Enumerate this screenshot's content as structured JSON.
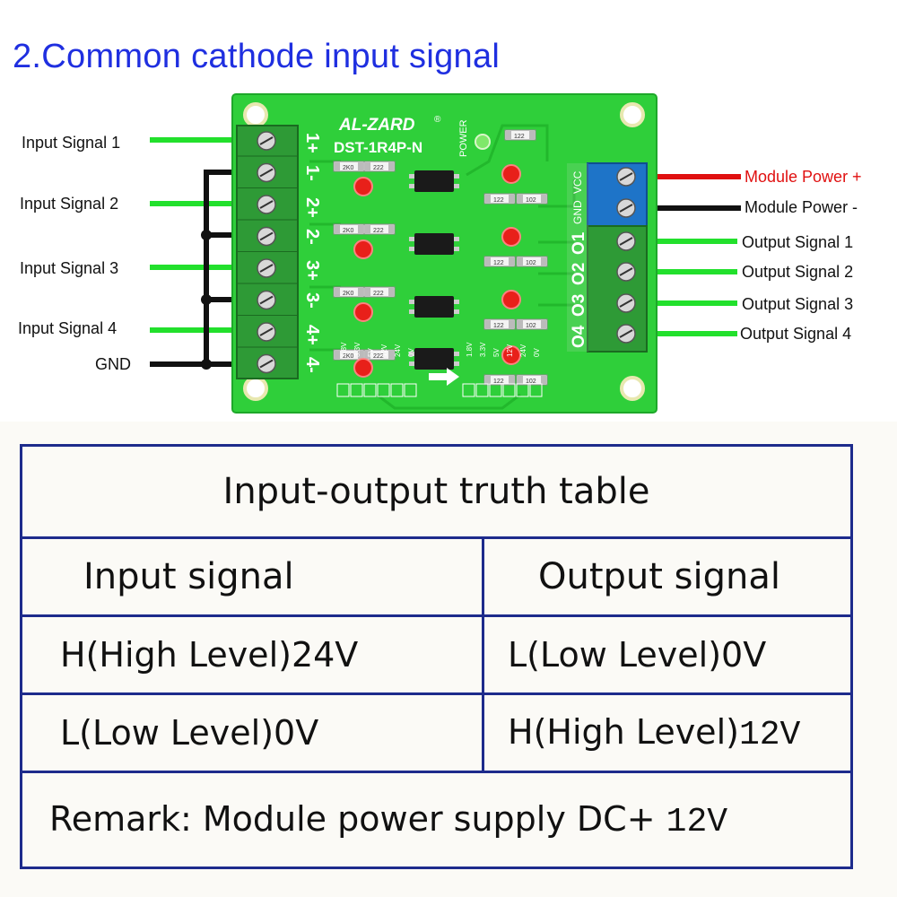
{
  "title": "2.Common cathode input signal",
  "board": {
    "brand": "AL-ZARD",
    "brand_mark": "®",
    "model": "DST-1R4P-N",
    "power_label": "POWER",
    "input_terminals": [
      "1+",
      "1-",
      "2+",
      "2-",
      "3+",
      "3-",
      "4+",
      "4-"
    ],
    "output_terminals": [
      "GND",
      "VCC",
      "O1",
      "O2",
      "O3",
      "O4"
    ],
    "voltage_options": [
      "1.8V",
      "3.3V",
      "5V",
      "12V",
      "24V",
      "0V"
    ],
    "resistor_codes": [
      "2K0",
      "222",
      "122",
      "102"
    ]
  },
  "left_labels": [
    "Input Signal 1",
    "Input Signal 2",
    "Input Signal 3",
    "Input Signal 4",
    "GND"
  ],
  "right_labels": [
    "Module Power +",
    "Module Power -",
    "Output Signal 1",
    "Output Signal 2",
    "Output Signal 3",
    "Output Signal 4"
  ],
  "colors": {
    "title": "#1f2fe0",
    "pcb": "#2fcf3a",
    "wire_signal": "#22e02c",
    "wire_power": "#e01010",
    "wire_ground": "#111111",
    "table_border": "#1d2b8c",
    "module_power_label": "#e01010"
  },
  "table": {
    "title": "Input-output truth table",
    "headers": [
      "Input signal",
      "Output signal"
    ],
    "rows": [
      {
        "input_prefix": "H(High Level)",
        "input_value": "24V",
        "output_prefix": "L(Low Level)",
        "output_value": "0V"
      },
      {
        "input_prefix": "L(Low Level)",
        "input_value": "0V",
        "output_prefix": "H(High Level)",
        "output_value": "12V"
      }
    ],
    "remark_prefix": "Remark: Module power supply DC+",
    "remark_value": "12V"
  }
}
